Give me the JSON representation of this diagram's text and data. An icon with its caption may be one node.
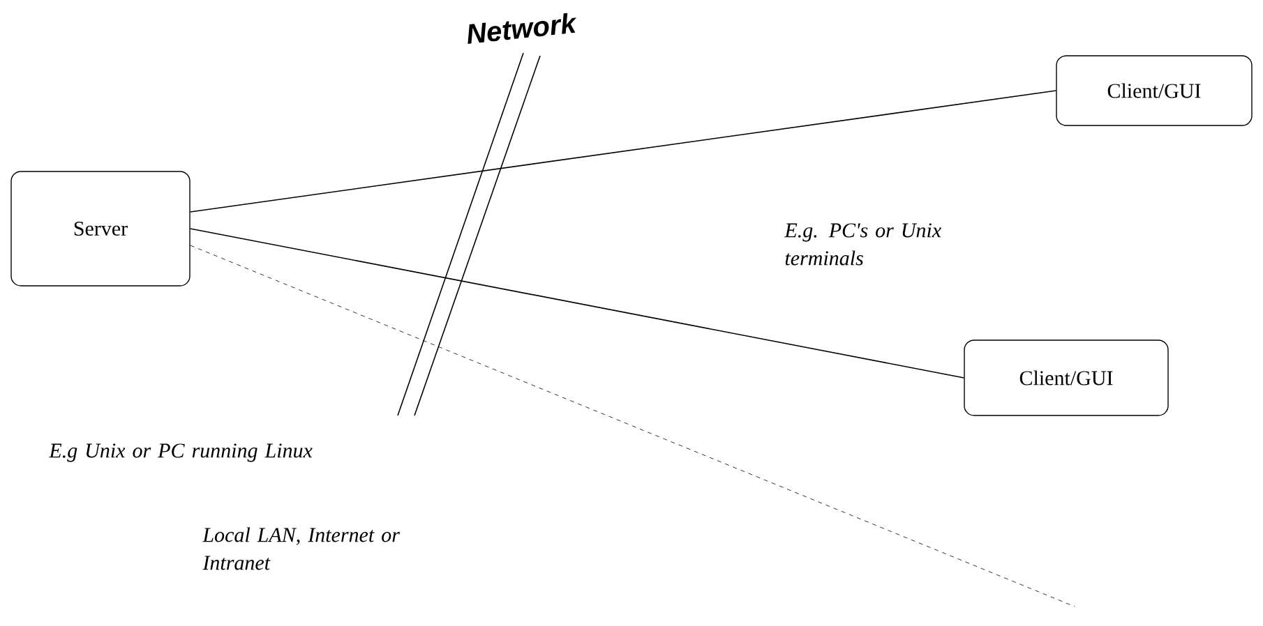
{
  "diagram": {
    "nodes": [
      {
        "text": [
          "Server"
        ]
      },
      {
        "text": [
          "Client/GUI"
        ]
      },
      {
        "text": [
          "Client/GUI"
        ]
      }
    ],
    "edges": [
      {
        "from": 0,
        "to": 1,
        "arrow": "none"
      },
      {
        "from": 0,
        "to": 2,
        "arrow": "none"
      },
      {
        "from": 0,
        "to": null,
        "arrow": "none",
        "style": "dashed"
      }
    ],
    "labels": [
      "Network",
      "E.g. PC's or Unix terminals",
      "E.g Unix or PC running Linux",
      "Local LAN, Internet or Intranet"
    ]
  }
}
